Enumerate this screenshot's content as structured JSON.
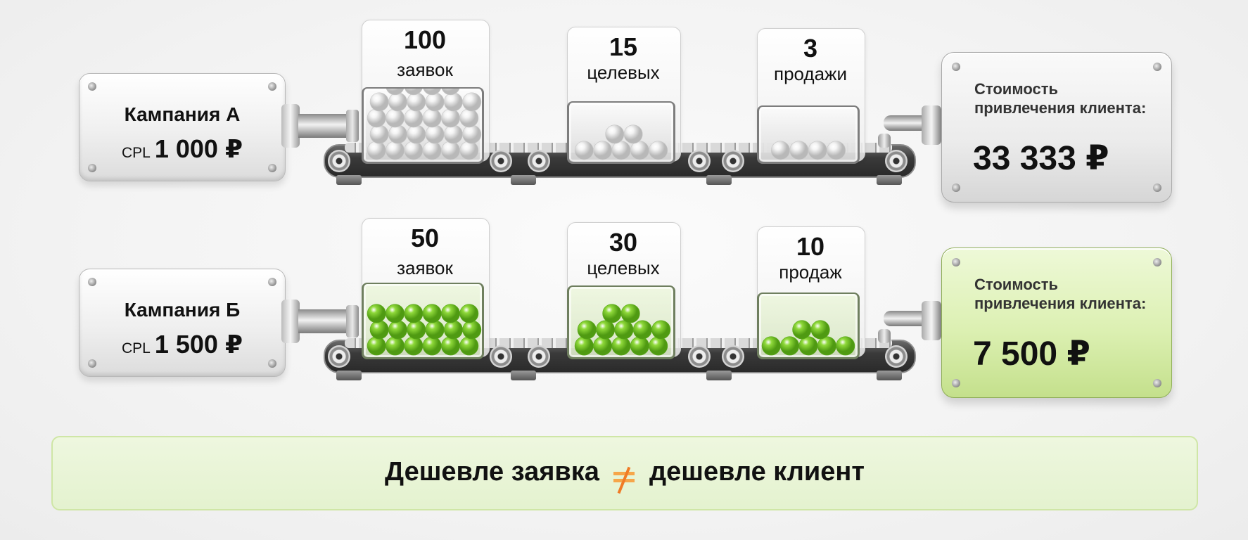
{
  "campaigns": [
    {
      "name": "Кампания А",
      "cpl_label": "CPL",
      "cpl_value": "1 000 ₽",
      "stages": [
        {
          "number": "100",
          "word": "заявок",
          "balls": 28,
          "ball_color": "white"
        },
        {
          "number": "15",
          "word": "целевых",
          "balls": 7,
          "ball_color": "white"
        },
        {
          "number": "3",
          "word": "продажи",
          "balls": 4,
          "ball_color": "white"
        }
      ],
      "result_label": "Стоимость привлечения клиента:",
      "result_value": "33 333 ₽"
    },
    {
      "name": "Кампания Б",
      "cpl_label": "CPL",
      "cpl_value": "1 500 ₽",
      "stages": [
        {
          "number": "50",
          "word": "заявок",
          "balls": 18,
          "ball_color": "green"
        },
        {
          "number": "30",
          "word": "целевых",
          "balls": 12,
          "ball_color": "green"
        },
        {
          "number": "10",
          "word": "продаж",
          "balls": 7,
          "ball_color": "green"
        }
      ],
      "result_label": "Стоимость привлечения клиента:",
      "result_value": "7 500 ₽"
    }
  ],
  "conclusion": {
    "left": "Дешевле заявка",
    "symbol": "≠",
    "right": "дешевле клиент"
  },
  "colors": {
    "green_ball": "#8fd93a",
    "white_ball": "#f4f4f4",
    "highlight_box": "#dcf0b2",
    "banner": "#e8f4d4",
    "not_equal": "#f07b26"
  }
}
